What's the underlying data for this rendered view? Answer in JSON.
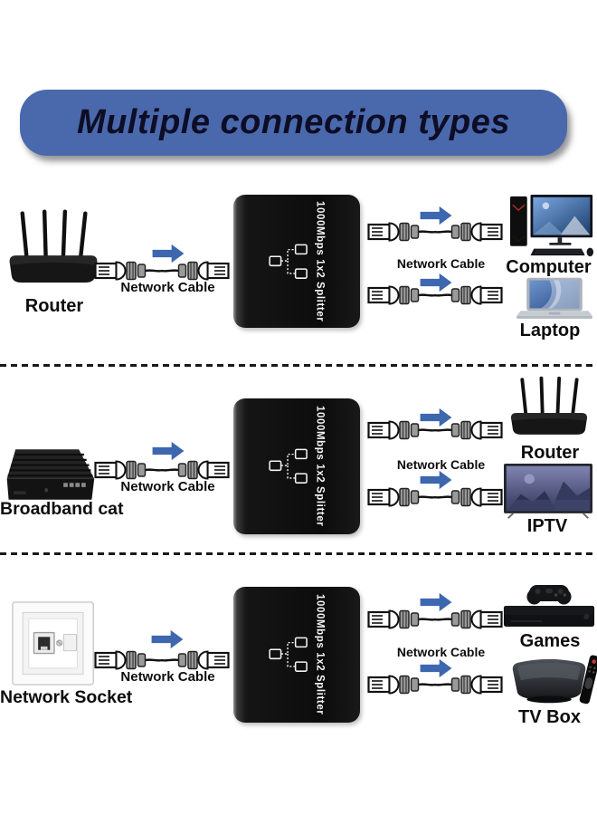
{
  "banner": {
    "title": "Multiple connection types",
    "bg_color": "#4a69ac",
    "text_color": "#0d0d26"
  },
  "splitter": {
    "label": "1000Mbps 1x2 Splitter",
    "body_color": "#0c0c0c",
    "label_color": "#ffffff",
    "ports_icon": "one-to-two-splitter-icon"
  },
  "arrow_color": "#3d67af",
  "divider_style": "black-dashed-line",
  "rows": [
    {
      "source": {
        "label": "Router",
        "icon": "router"
      },
      "left_cable": {
        "label": "Network Cable"
      },
      "right_cable": {
        "label": "Network Cable"
      },
      "outputs": [
        {
          "label": "Computer",
          "icon": "desktop-computer"
        },
        {
          "label": "Laptop",
          "icon": "laptop"
        }
      ]
    },
    {
      "source": {
        "label": "Broadband cat",
        "icon": "broadband-modem"
      },
      "left_cable": {
        "label": "Network Cable"
      },
      "right_cable": {
        "label": "Network Cable"
      },
      "outputs": [
        {
          "label": "Router",
          "icon": "router"
        },
        {
          "label": "IPTV",
          "icon": "tv"
        }
      ]
    },
    {
      "source": {
        "label": "Network Socket",
        "icon": "wall-network-socket"
      },
      "left_cable": {
        "label": "Network Cable"
      },
      "right_cable": {
        "label": "Network Cable"
      },
      "outputs": [
        {
          "label": "Games",
          "icon": "game-console"
        },
        {
          "label": "TV Box",
          "icon": "tv-box-with-remote"
        }
      ]
    }
  ]
}
